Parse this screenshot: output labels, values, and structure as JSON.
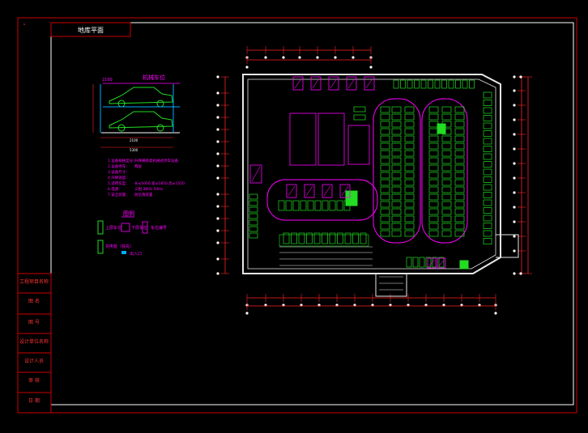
{
  "title_block": {
    "title": "地库平面"
  },
  "legend": {
    "section_title": "机械车位",
    "dim_labels": [
      "2100",
      "2100",
      "5300"
    ],
    "notes": [
      "1.设备规格型号：",
      "2.设备停车：",
      "3.设备尺寸：",
      "4.升降速度：",
      "5.适用车型：",
      "6.电源：",
      "7.安全装置："
    ],
    "note_values": [
      "升降横移类机械式停车设备",
      "两层",
      "",
      "",
      "长≤5000 宽≤1850 高≤1550",
      "三相 380V 50Hz",
      "防坠落装置"
    ],
    "legend_title": "图例",
    "legend_items": [
      "上层车位",
      "下层车位",
      "车位编号",
      "充电桩（快充）",
      "出入口"
    ]
  },
  "side_panel": {
    "rows": [
      "工程项目名称",
      "图 名",
      "图 号",
      "设计单位名称",
      "设计人员",
      "审 核",
      "日 期"
    ]
  },
  "colors": {
    "frame": "#cc0000",
    "border_white": "#ffffff",
    "wall": "#e6e6e6",
    "parking": "#22dd22",
    "mechanical": "#ff00ff",
    "dimension": "#ff2222",
    "annotation": "#00aaff"
  }
}
